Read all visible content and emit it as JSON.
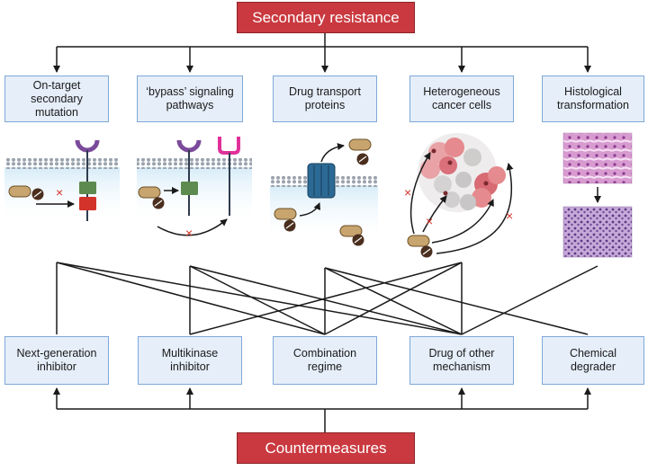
{
  "top_title": "Secondary resistance",
  "bottom_title": "Countermeasures",
  "mechanisms": [
    {
      "label": "On-target\nsecondary\nmutation"
    },
    {
      "label": "‘bypass’ signaling\npathways"
    },
    {
      "label": "Drug transport\nproteins"
    },
    {
      "label": "Heterogeneous\ncancer cells"
    },
    {
      "label": "Histological\ntransformation"
    }
  ],
  "countermeasures": [
    {
      "label": "Next-generation\ninhibitor"
    },
    {
      "label": "Multikinase\ninhibitor"
    },
    {
      "label": "Combination\nregime"
    },
    {
      "label": "Drug of other\nmechanism"
    },
    {
      "label": "Chemical\ndegrader"
    }
  ],
  "colors": {
    "title_red": "#c9393f",
    "box_fill": "#e5eef9",
    "box_border": "#7fa8d8",
    "receptor_purple": "#7b4a9a",
    "receptor_pink": "#e0309a",
    "kinase_green": "#5d8a4e",
    "mutation_red": "#d2332b",
    "transporter_blue": "#2c6a95",
    "cross_red": "#d2332b"
  },
  "icons": [
    "drug-capsule-icon",
    "inhibitor-pill-icon",
    "receptor-icon",
    "transporter-icon",
    "tumor-cell-cluster-icon",
    "histology-image-icon"
  ]
}
